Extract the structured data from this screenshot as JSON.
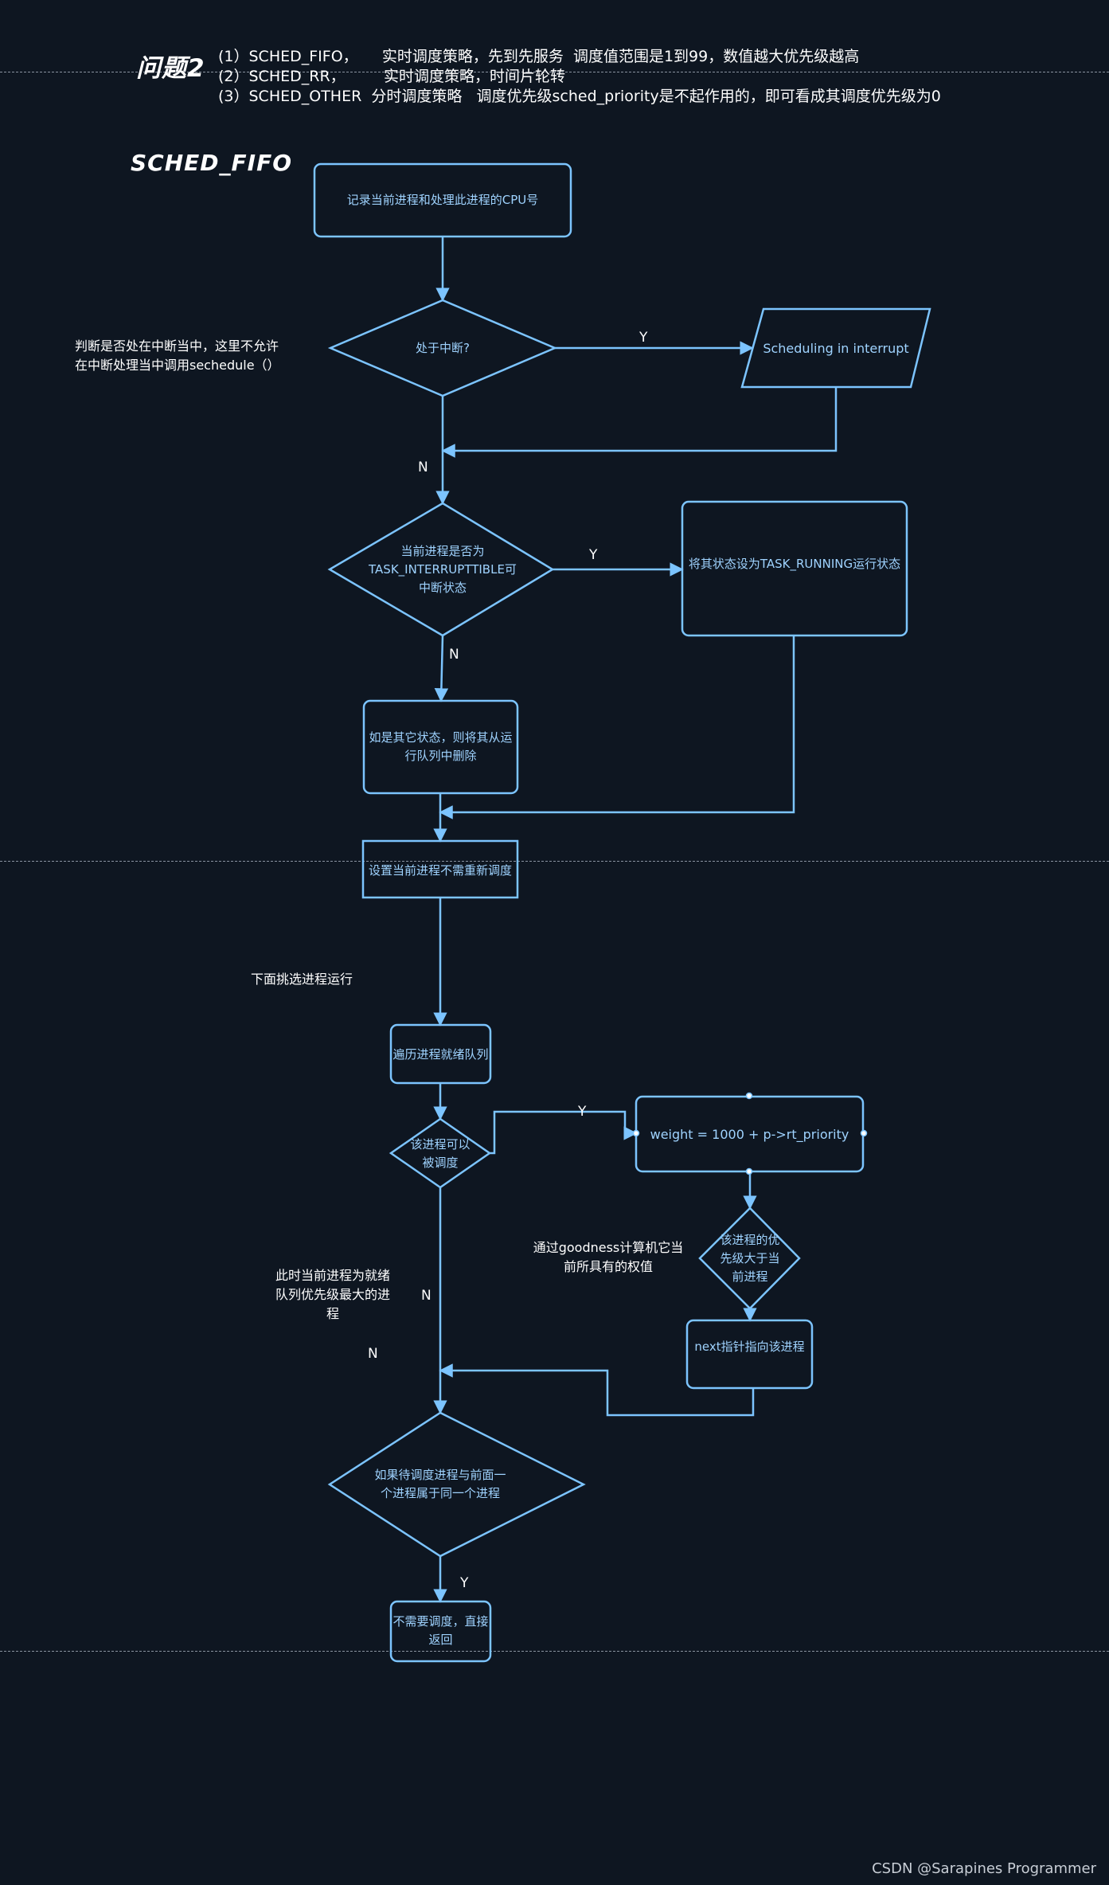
{
  "header": {
    "question_label": "问题2",
    "policies": [
      "(1）SCHED_FIFO，     实时调度策略，先到先服务  调度值范围是1到99，数值越大优先级越高",
      "(2）SCHED_RR，        实时调度策略，时间片轮转",
      "(3）SCHED_OTHER  分时调度策略   调度优先级sched_priority是不起作用的，即可看成其调度优先级为0"
    ]
  },
  "section_title": "SCHED_FIFO",
  "colors": {
    "background": "#0e1621",
    "stroke": "#7cc4ff",
    "node_text": "#9fd3ff",
    "note_text": "#ffffff"
  },
  "nodes": {
    "record_cpu": "记录当前进程和处理此进程的CPU号",
    "in_interrupt": "处于中断?",
    "sched_in_interrupt": "Scheduling in interrupt",
    "is_interruptible": "当前进程是否为TASK_INTERRUPTTIBLE可中断状态",
    "set_running": "将其状态设为TASK_RUNNING运行状态",
    "remove_from_queue": "如是其它状态，则将其从运行队列中删除",
    "set_no_resched": "设置当前进程不需重新调度",
    "traverse_ready": "遍历进程就绪队列",
    "can_schedule": "该进程可以被调度",
    "weight_calc": "weight = 1000 + p->rt_priority",
    "priority_higher": "该进程的优先级大于当前进程",
    "next_points": "next指针指向该进程",
    "same_process": "如果待调度进程与前面一个进程属于同一个进程",
    "no_schedule_return": "不需要调度，直接返回"
  },
  "edge_labels": {
    "interrupt_yes": "Y",
    "interrupt_no": "N",
    "interruptible_yes": "Y",
    "interruptible_no": "N",
    "schedule_yes": "Y",
    "schedule_no": "N",
    "loop_no": "N",
    "same_yes": "Y"
  },
  "notes": {
    "interrupt_note": "判断是否处在中断当中，这里不允许在中断处理当中调用sechedule（）",
    "pick_note": "下面挑选进程运行",
    "goodness_note": "通过goodness计算机它当前所具有的权值",
    "max_priority_note": "此时当前进程为就绪队列优先级最大的进程"
  },
  "watermark": "CSDN @Sarapines Programmer"
}
